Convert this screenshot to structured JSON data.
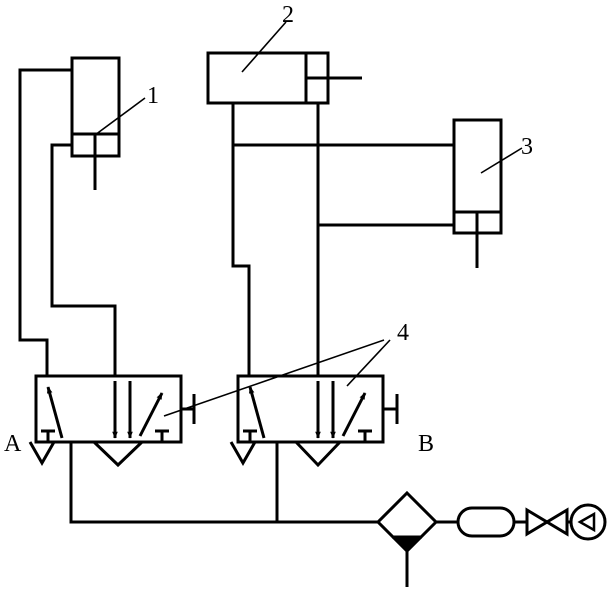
{
  "labels": {
    "cylinder_1": "1",
    "cylinder_2": "2",
    "cylinder_3": "3",
    "valves_4": "4",
    "valve_a": "A",
    "valve_b": "B"
  },
  "colors": {
    "stroke": "#000000",
    "background": "#ffffff"
  }
}
